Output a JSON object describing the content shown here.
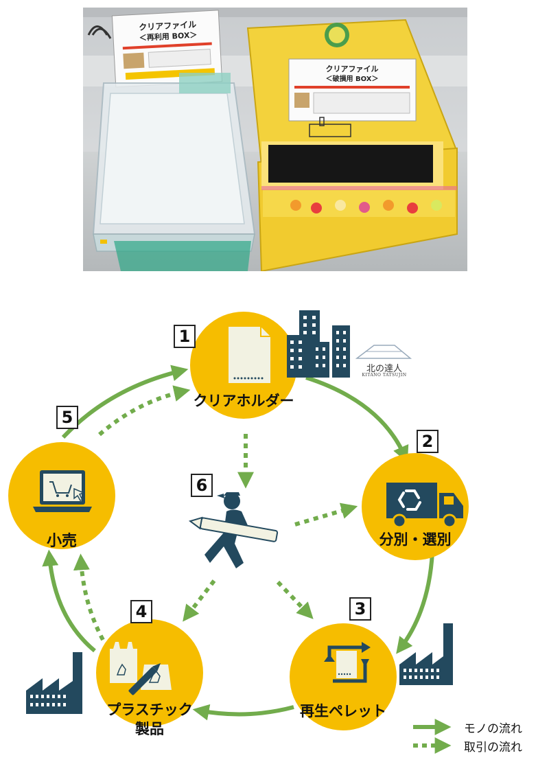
{
  "photo": {
    "reuse_sign": {
      "title": "クリアファイル",
      "subtitle": "＜再利用 BOX＞"
    },
    "damaged_sign": {
      "title": "クリアファイル",
      "subtitle": "＜破損用 BOX＞"
    }
  },
  "diagram": {
    "nodes": [
      {
        "num": "1",
        "label": "クリアホルダー"
      },
      {
        "num": "2",
        "label": "分別・選別"
      },
      {
        "num": "3",
        "label": "再生ペレット"
      },
      {
        "num": "4",
        "label_line1": "プラスチック",
        "label_line2": "製品"
      },
      {
        "num": "5",
        "label": "小売"
      },
      {
        "num": "6"
      }
    ],
    "brand": {
      "name": "北の達人",
      "sub": "KITANO TATSUJIN"
    },
    "legend": {
      "solid": "モノの流れ",
      "dotted": "取引の流れ"
    },
    "colors": {
      "circle": "#f6bd00",
      "arrow": "#72ac4c",
      "icon": "#23495e",
      "paper": "#f2f2e2"
    },
    "icons": [
      "buildings-icon",
      "truck-recycle-icon",
      "courier-person-icon",
      "pellet-cycle-icon",
      "factory-icon",
      "laptop-cart-icon",
      "bags-pen-icon"
    ]
  }
}
